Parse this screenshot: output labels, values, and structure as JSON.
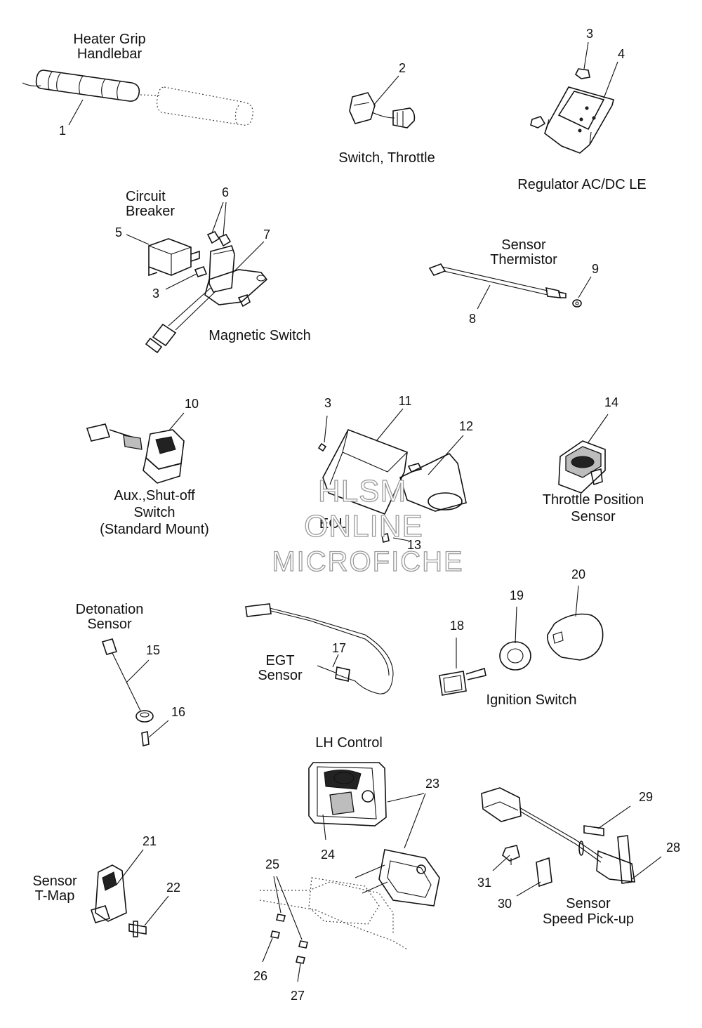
{
  "watermark": {
    "line1": "HLSM",
    "line2": "ONLINE",
    "line3": "MICROFICHE"
  },
  "labels": {
    "heater_grip": "Heater Grip\nHandlebar",
    "switch_throttle": "Switch, Throttle",
    "regulator": "Regulator AC/DC LE",
    "circuit_breaker": "Circuit\nBreaker",
    "magnetic_switch": "Magnetic Switch",
    "sensor_thermistor": "Sensor\nThermistor",
    "aux_shutoff": "Aux.,Shut-off\nSwitch\n(Standard Mount)",
    "ecu": "ECU",
    "throttle_position": "Throttle Position\nSensor",
    "detonation": "Detonation\nSensor",
    "egt": "EGT\nSensor",
    "ignition": "Ignition Switch",
    "lh_control": "LH Control",
    "tmap": "Sensor\nT-Map",
    "speed_pickup": "Sensor\nSpeed Pick-up"
  },
  "callouts": [
    "1",
    "2",
    "3",
    "4",
    "3",
    "5",
    "6",
    "7",
    "8",
    "9",
    "10",
    "3",
    "11",
    "12",
    "13",
    "14",
    "15",
    "16",
    "17",
    "18",
    "19",
    "20",
    "21",
    "22",
    "23",
    "24",
    "25",
    "26",
    "27",
    "28",
    "29",
    "30",
    "31"
  ]
}
